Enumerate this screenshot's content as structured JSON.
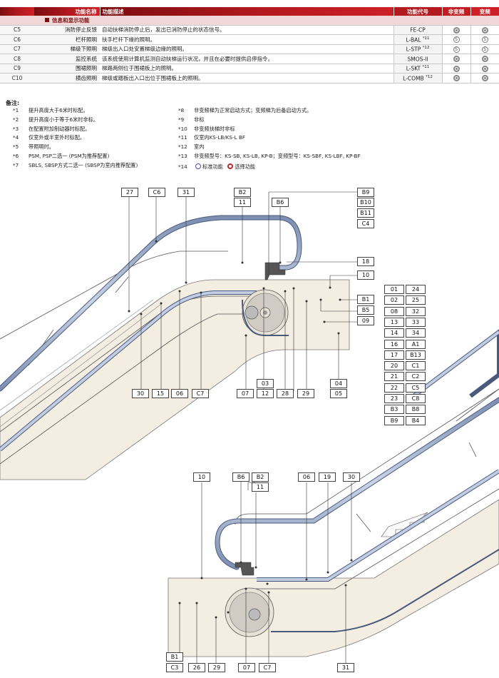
{
  "table": {
    "headers": {
      "name": "功能名称",
      "desc": "功能描述",
      "code": "功能代号",
      "nonvf": "非变频",
      "vf": "变频"
    },
    "section_title": "信息和显示功能",
    "rows": [
      {
        "code": "C5",
        "name": "消防停止反馈",
        "desc": "自动扶梯消防停止后，发出已消防停止的状态信号。",
        "fc": "FE-CP",
        "sup": "",
        "m1": "opt",
        "m2": "opt"
      },
      {
        "code": "C6",
        "name": "栏杆照明",
        "desc": "扶手栏杆下缘的照明。",
        "fc": "L-BAL",
        "sup": "*11",
        "m1": "std",
        "m2": "std"
      },
      {
        "code": "C7",
        "name": "梯级下照明",
        "desc": "梯级出入口处安置梯级边缘的照明。",
        "fc": "L-STP",
        "sup": "*12",
        "m1": "std",
        "m2": "std"
      },
      {
        "code": "C8",
        "name": "监控系统",
        "desc": "该系统使用计算机监测自动扶梯运行状况，并且在必要时提供启停指令。",
        "fc": "SMOS-II",
        "sup": "",
        "m1": "opt",
        "m2": "opt"
      },
      {
        "code": "C9",
        "name": "围裙照明",
        "desc": "梯路两侧位于围裙板上的照明。",
        "fc": "L-SKT",
        "sup": "*11",
        "m1": "opt",
        "m2": "opt"
      },
      {
        "code": "C10",
        "name": "横齿照明",
        "desc": "梯级或踏板出入口出位于围裙板上的照明。",
        "fc": "L-COMB",
        "sup": "*12",
        "m1": "opt",
        "m2": "opt"
      }
    ]
  },
  "notes": {
    "title": "备注:",
    "left": [
      {
        "k": "*1",
        "t": "提升高度大于6米时标配。"
      },
      {
        "k": "*2",
        "t": "提升高度小于等于6米时非标。"
      },
      {
        "k": "*3",
        "t": "在配置附加制动器时标配。"
      },
      {
        "k": "*4",
        "t": "仅室外或半室外时标配。"
      },
      {
        "k": "*5",
        "t": "带照明时。"
      },
      {
        "k": "*6",
        "t": "PSM, PSP二选一 (PSM为推荐配置)"
      },
      {
        "k": "*7",
        "t": "SBLS, SBSP方式二选一 (SBSP为室内推荐配置)"
      }
    ],
    "right": [
      {
        "k": "*8",
        "t": "非变频梯为正常启动方式；变频梯为后备启动方式。"
      },
      {
        "k": "*9",
        "t": "非标"
      },
      {
        "k": "*10",
        "t": "非变频扶梯时非标"
      },
      {
        "k": "*11",
        "t": "仅室内KS-LB/KS-L BF"
      },
      {
        "k": "*12",
        "t": "室内"
      },
      {
        "k": "*13",
        "t": "非变频型号：KS-SB, KS-LB, KP-B；变频型号：KS-SBF, KS-LBF, KP-BF"
      }
    ],
    "legend": {
      "k": "*14",
      "std": "标准功能",
      "opt": "选择功能"
    }
  },
  "diagram_top": {
    "labels": [
      "27",
      "C6",
      "31",
      "B2",
      "11",
      "B6",
      "B9",
      "B10",
      "B11",
      "C4",
      "18",
      "10",
      "B1",
      "B5",
      "09",
      "03",
      "04",
      "05",
      "30",
      "15",
      "06",
      "C7",
      "07",
      "12",
      "28",
      "29"
    ],
    "grid": [
      "01",
      "24",
      "02",
      "25",
      "08",
      "32",
      "13",
      "33",
      "14",
      "34",
      "16",
      "A1",
      "17",
      "B13",
      "20",
      "C1",
      "21",
      "C2",
      "22",
      "C5",
      "23",
      "C8",
      "B3",
      "B8",
      "B9",
      "B4"
    ]
  },
  "diagram_bottom": {
    "labels": [
      "10",
      "B6",
      "B2",
      "11",
      "06",
      "19",
      "30",
      "B1",
      "C3",
      "26",
      "29",
      "07",
      "C7",
      "31"
    ]
  }
}
